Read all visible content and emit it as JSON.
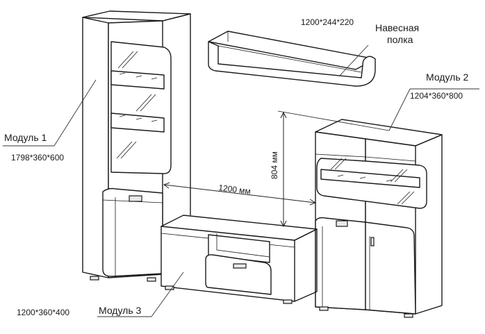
{
  "labels": {
    "module1_name": "Модуль 1",
    "module1_dims": "1798*360*600",
    "module2_name": "Модуль 2",
    "module2_dims": "1204*360*800",
    "module3_name": "Модуль 3",
    "module3_dims": "1200*360*400",
    "shelf_dims": "1200*244*220",
    "shelf_name_line1": "Навесная",
    "shelf_name_line2": "полка",
    "width_dimension": "1200 мм",
    "height_dimension": "804 мм"
  }
}
